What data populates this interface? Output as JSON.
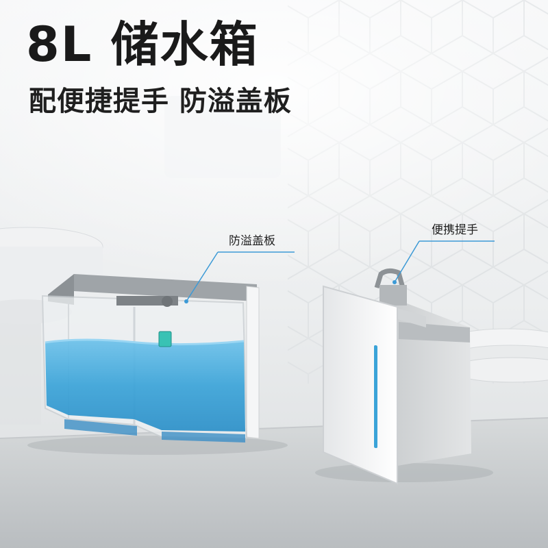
{
  "headline": "8L 储水箱",
  "subheadline": "配便捷提手 防溢盖板",
  "callouts": {
    "lid": "防溢盖板",
    "handle": "便携提手"
  },
  "colors": {
    "water": "#3aa3d8",
    "callout_line": "#3c9ad6",
    "text": "#1a1a1a"
  }
}
